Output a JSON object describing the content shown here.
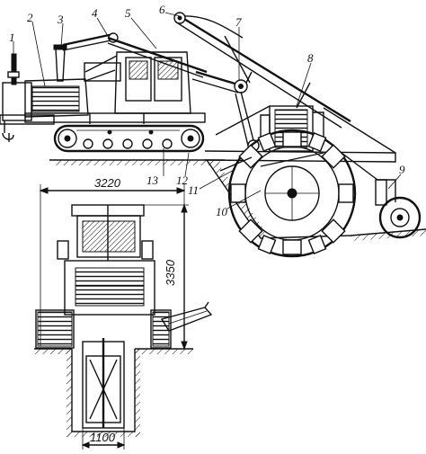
{
  "callouts": [
    "1",
    "2",
    "3",
    "4",
    "5",
    "6",
    "7",
    "8",
    "9",
    "10",
    "11",
    "12",
    "13"
  ],
  "dimensions": {
    "overall_width": "3220",
    "height": "3350",
    "trench_width": "1100"
  }
}
